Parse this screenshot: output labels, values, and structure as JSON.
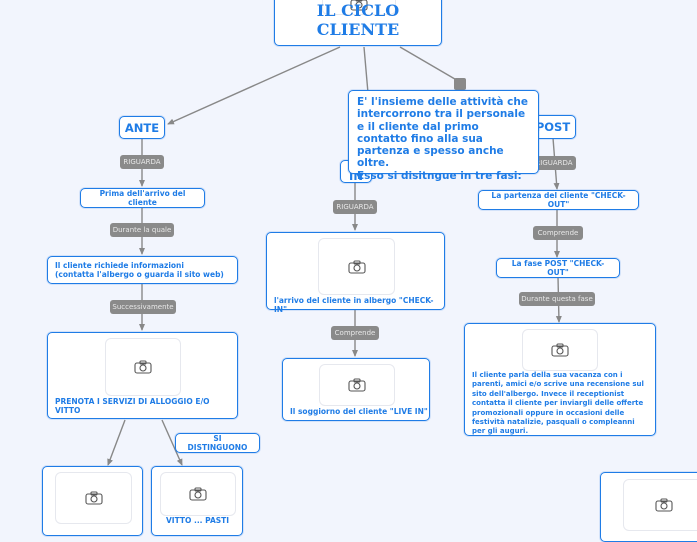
{
  "root": {
    "title": "IL CICLO CLIENTE",
    "image_icon": "camera-icon"
  },
  "description": {
    "text": "E' l'insieme delle attività che intercorrono tra il personale  e il cliente dal primo contatto fino alla sua partenza e spesso anche oltre.\nEsso si disitngue in tre fasi:"
  },
  "phases": {
    "ante": {
      "title": "ANTE",
      "link_label": "RIGUARDA",
      "node1": "Prima dell'arrivo del cliente",
      "link2": "Durante la quale",
      "node2": "Il cliente richiede informazioni\n(contatta l'albergo o guarda il sito web)",
      "link3": "Successivamente",
      "node3": "PRENOTA I SERVIZI DI ALLOGGIO E/O VITTO",
      "float_label": "SI DISTINGUONO",
      "child_b_text": "VITTO ... PASTI"
    },
    "in": {
      "title": "IN",
      "link_label": "RIGUARDA",
      "node1": "l'arrivo del cliente in albergo \"CHECK-IN\"",
      "link2": "Comprende",
      "node2": "Il soggiorno del cliente \"LIVE IN\""
    },
    "post": {
      "title": "POST",
      "link_label": "RIGUARDA",
      "node1": "La partenza del cliente \"CHECK-OUT\"",
      "link2": "Comprende",
      "node2": "La fase POST \"CHECK-OUT\"",
      "link3": "Durante questa fase",
      "node3": "Il cliente parla della sua vacanza con i parenti, amici e/o scrive una recensione sul sito dell'albergo. Invece  il receptionist contatta il cliente per inviargli delle offerte promozionali oppure in occasioni delle festività natalizie, pasquali o compleanni per gli auguri."
    }
  },
  "colors": {
    "background": "#f2f5fd",
    "node_border": "#1f7ce6",
    "node_text": "#1f7ce6",
    "link_label_bg": "#8a8a8a",
    "connector": "#888888"
  }
}
